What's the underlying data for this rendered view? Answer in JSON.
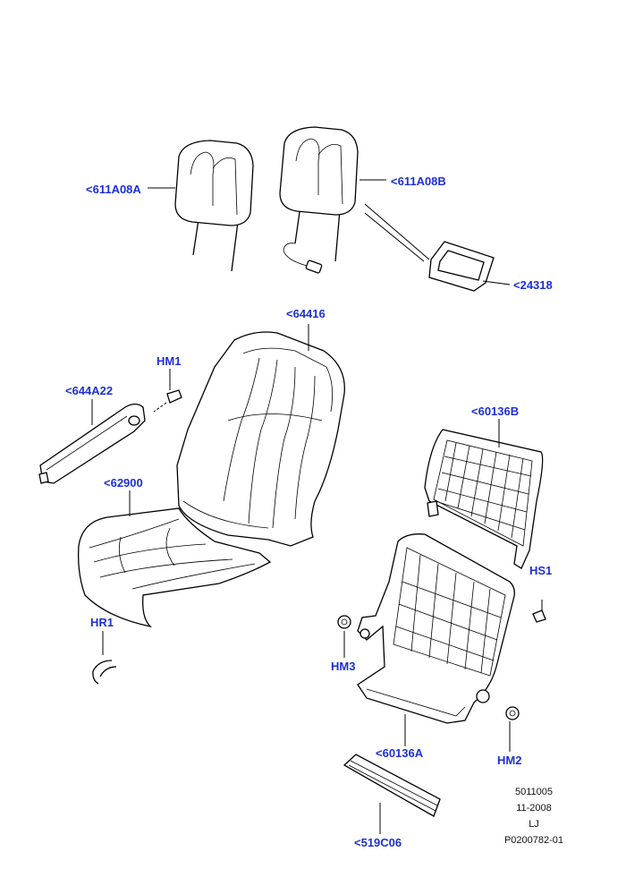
{
  "callouts": {
    "c611A08A": "<611A08A",
    "c611A08B": "<611A08B",
    "c24318": "<24318",
    "c64416": "<64416",
    "cHM1": "HM1",
    "c644A22": "<644A22",
    "c60136B": "<60136B",
    "c62900": "<62900",
    "cHS1": "HS1",
    "cHR1": "HR1",
    "cHM3": "HM3",
    "c60136A": "<60136A",
    "cHM2": "HM2",
    "c519C06": "<519C06"
  },
  "reference": {
    "line1": "5011005",
    "line2": "11-2008",
    "line3": "LJ",
    "line4": "P0200782-01"
  },
  "colors": {
    "callout": "#1d2fd6",
    "line": "#000000"
  }
}
